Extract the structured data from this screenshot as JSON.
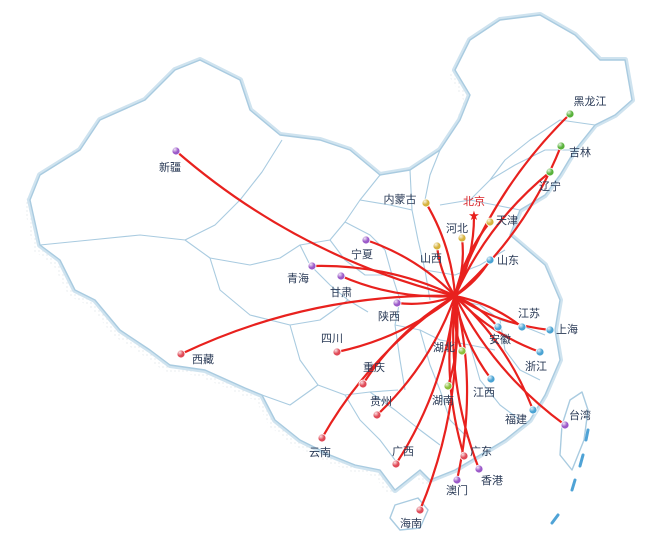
{
  "colors": {
    "route": "#e8211e",
    "capital": "#e8211e",
    "label": "#2a3a56",
    "capital_label": "#d8252a",
    "border": "#a9cbe0"
  },
  "hub_icon": "star-icon",
  "locations": [
    {
      "key": "beijing",
      "name": "北京",
      "color": "#e8211e",
      "capital": true
    },
    {
      "key": "tianjin",
      "name": "天津",
      "color": "#d6b23c"
    },
    {
      "key": "hebei",
      "name": "河北",
      "color": "#d6b23c"
    },
    {
      "key": "shanxi",
      "name": "山西",
      "color": "#d6b23c"
    },
    {
      "key": "neimenggu",
      "name": "内蒙古",
      "color": "#d6b23c"
    },
    {
      "key": "heilongjiang",
      "name": "黑龙江",
      "color": "#58b23a"
    },
    {
      "key": "jilin",
      "name": "吉林",
      "color": "#58b23a"
    },
    {
      "key": "liaoning",
      "name": "辽宁",
      "color": "#58b23a"
    },
    {
      "key": "shandong",
      "name": "山东",
      "color": "#4aa3d3"
    },
    {
      "key": "jiangsu",
      "name": "江苏",
      "color": "#4aa3d3"
    },
    {
      "key": "shanghai",
      "name": "上海",
      "color": "#4aa3d3"
    },
    {
      "key": "anhui",
      "name": "安徽",
      "color": "#4aa3d3"
    },
    {
      "key": "zhejiang",
      "name": "浙江",
      "color": "#4aa3d3"
    },
    {
      "key": "fujian",
      "name": "福建",
      "color": "#4aa3d3"
    },
    {
      "key": "jiangxi",
      "name": "江西",
      "color": "#4aa3d3"
    },
    {
      "key": "xinjiang",
      "name": "新疆",
      "color": "#9b59c9"
    },
    {
      "key": "qinghai",
      "name": "青海",
      "color": "#9b59c9"
    },
    {
      "key": "gansu",
      "name": "甘肃",
      "color": "#9b59c9"
    },
    {
      "key": "ningxia",
      "name": "宁夏",
      "color": "#9b59c9"
    },
    {
      "key": "shaanxi",
      "name": "陕西",
      "color": "#9b59c9"
    },
    {
      "key": "xizang",
      "name": "西藏",
      "color": "#e04a57"
    },
    {
      "key": "sichuan",
      "name": "四川",
      "color": "#e04a57"
    },
    {
      "key": "chongqing",
      "name": "重庆",
      "color": "#e04a57"
    },
    {
      "key": "guizhou",
      "name": "贵州",
      "color": "#e04a57"
    },
    {
      "key": "yunnan",
      "name": "云南",
      "color": "#e04a57"
    },
    {
      "key": "guangxi",
      "name": "广西",
      "color": "#e04a57"
    },
    {
      "key": "guangdong",
      "name": "广东",
      "color": "#e04a57"
    },
    {
      "key": "hainan",
      "name": "海南",
      "color": "#e04a57"
    },
    {
      "key": "hubei",
      "name": "湖北",
      "color": "#8cbf3a"
    },
    {
      "key": "hunan",
      "name": "湖南",
      "color": "#8cbf3a"
    },
    {
      "key": "xianggang",
      "name": "香港",
      "color": "#9b59c9"
    },
    {
      "key": "aomen",
      "name": "澳门",
      "color": "#9b59c9"
    },
    {
      "key": "taiwan",
      "name": "台湾",
      "color": "#9b59c9"
    }
  ]
}
